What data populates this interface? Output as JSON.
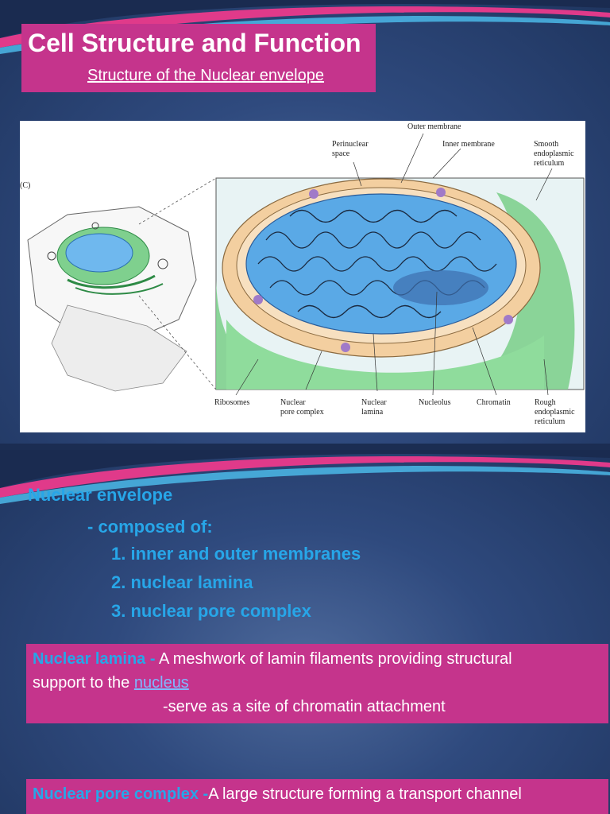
{
  "slide1": {
    "title": "Cell Structure and Function",
    "subtitle": "Structure of the Nuclear envelope",
    "figure": {
      "panel_label": "(C)",
      "labels": {
        "outer_membrane": "Outer membrane",
        "perinuclear_space": "Perinuclear\nspace",
        "inner_membrane": "Inner membrane",
        "smooth_er": "Smooth\nendoplasmic\nreticulum",
        "ribosomes": "Ribosomes",
        "nuclear_pore_complex": "Nuclear\npore complex",
        "nuclear_lamina": "Nuclear\nlamina",
        "nucleolus": "Nucleolus",
        "chromatin": "Chromatin",
        "rough_er": "Rough\nendoplasmic\nreticulum"
      }
    }
  },
  "slide2": {
    "heading": "Nuclear envelope",
    "composed": "- composed of:",
    "items": [
      "1. inner and outer membranes",
      "2. nuclear lamina",
      "3. nuclear pore complex"
    ],
    "lamina": {
      "term": "Nuclear lamina -",
      "text1": " A meshwork of lamin filaments providing  structural",
      "text2": "support to the ",
      "link": "nucleus",
      "text3": "-serve as a site of chromatin attachment"
    },
    "pore": {
      "term": "Nuclear pore complex -",
      "text1": "A large structure forming a transport channel"
    }
  },
  "colors": {
    "magenta_box": "#c5348c",
    "accent_blue": "#27a6e8",
    "background": "#2f4a7e"
  }
}
